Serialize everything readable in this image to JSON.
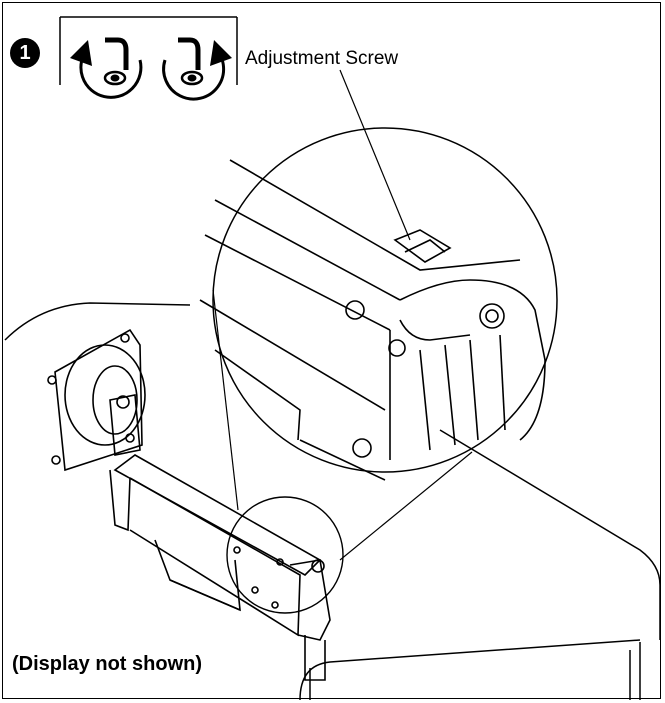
{
  "step": {
    "number": "1"
  },
  "callout": {
    "label": "Adjustment Screw"
  },
  "caption": {
    "text": "(Display not shown)"
  },
  "icons": {
    "rotate_left": "counterclockwise-allen-key-icon",
    "rotate_right": "clockwise-allen-key-icon"
  },
  "colors": {
    "line": "#000000",
    "background": "#ffffff"
  }
}
